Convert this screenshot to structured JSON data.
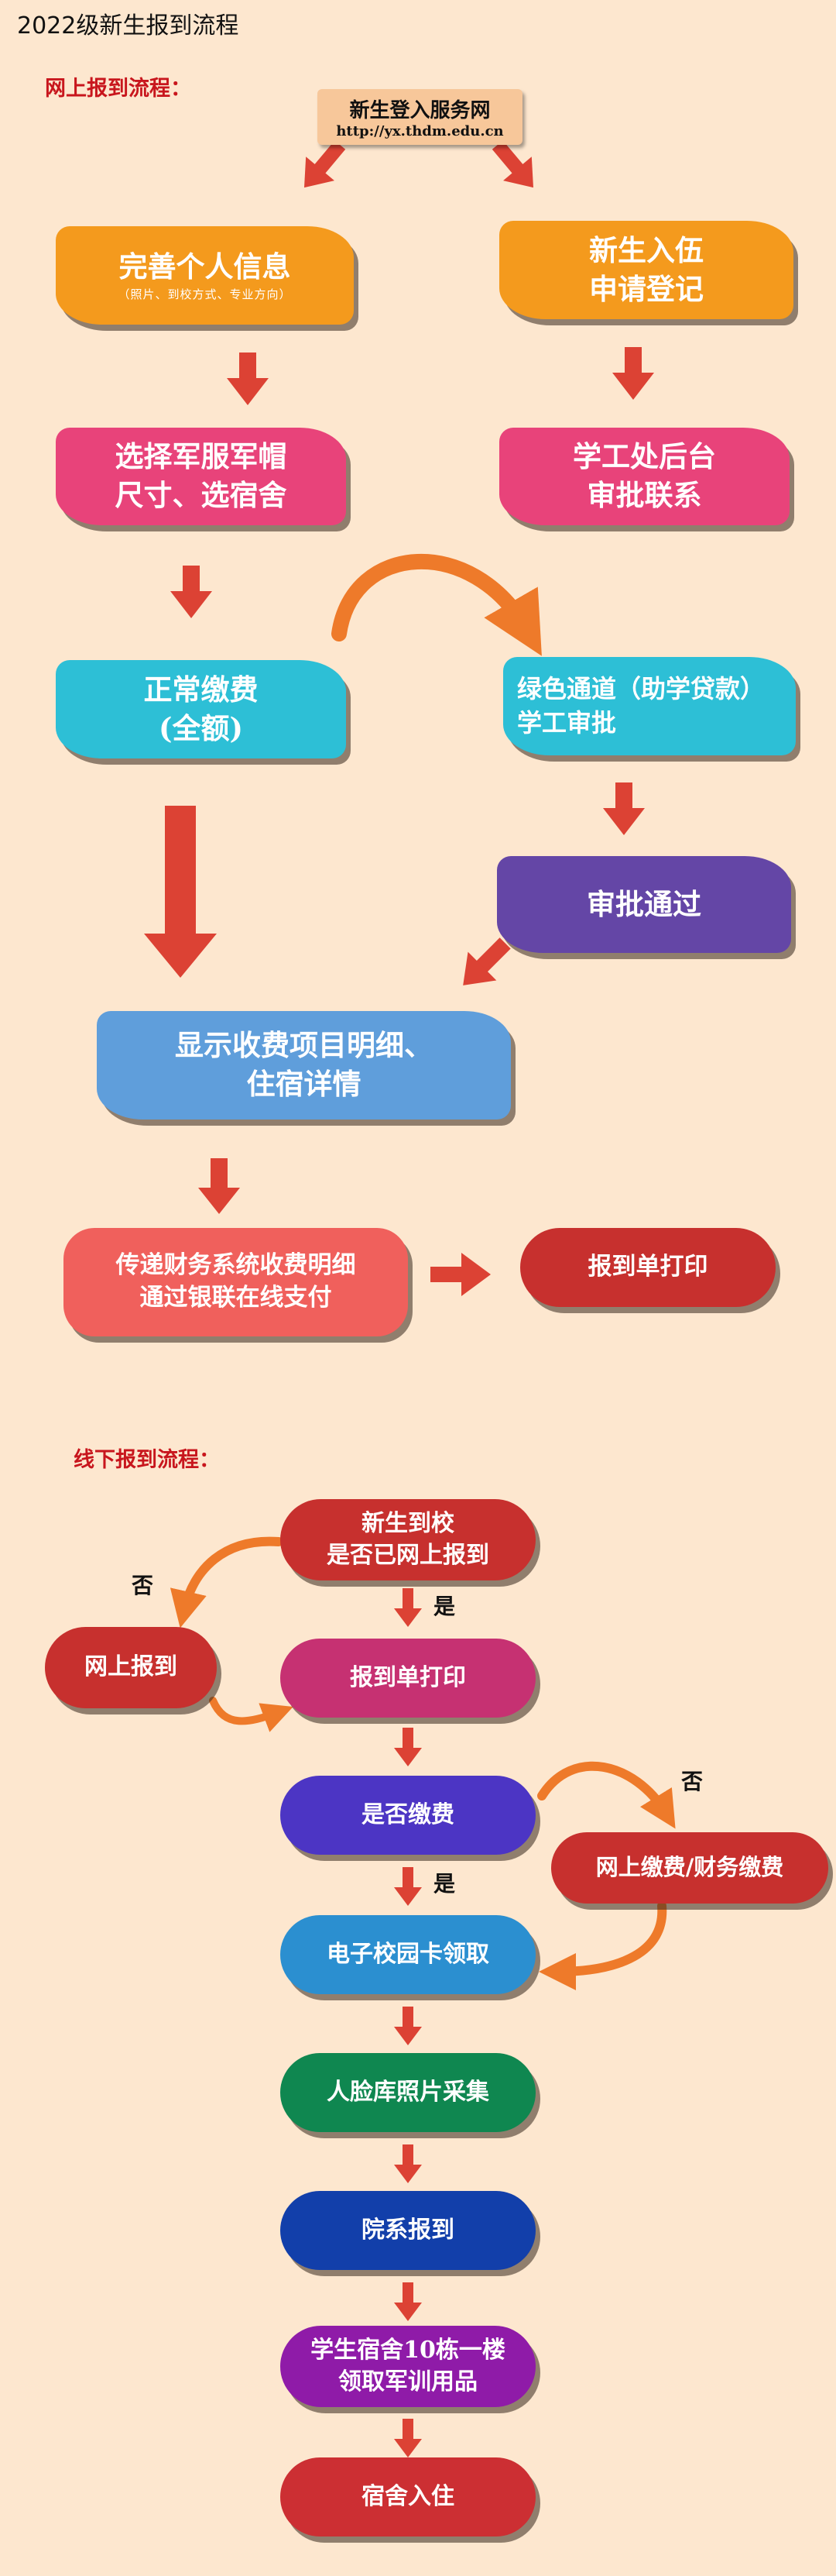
{
  "title": "2022级新生报到流程",
  "online": {
    "heading": "网上报到流程：",
    "login": {
      "title": "新生登入服务网",
      "url": "http://yx.thdm.edu.cn"
    },
    "complete_info": {
      "line1": "完善个人信息",
      "line2": "（照片、到校方式、专业方向）"
    },
    "apply": {
      "line1": "新生入伍",
      "line2": "申请登记"
    },
    "uniform": {
      "line1": "选择军服军帽",
      "line2": "尺寸、选宿舍"
    },
    "approve_contact": {
      "line1": "学工处后台",
      "line2": "审批联系"
    },
    "normal_pay": {
      "line1": "正常缴费",
      "line2": "(全额)"
    },
    "green_channel": {
      "line1": "绿色通道（助学贷款）",
      "line2": "学工审批"
    },
    "approved": "审批通过",
    "fee_detail": {
      "line1": "显示收费项目明细、",
      "line2": "住宿详情"
    },
    "pay_online": {
      "line1": "传递财务系统收费明细",
      "line2": "通过银联在线支付"
    },
    "print": "报到单打印"
  },
  "offline": {
    "heading": "线下报到流程：",
    "arrive": {
      "line1": "新生到校",
      "line2": "是否已网上报到"
    },
    "online_register": "网上报到",
    "print": "报到单打印",
    "paid": "是否缴费",
    "pay_options": "网上缴费/财务缴费",
    "campus_card": "电子校园卡领取",
    "face_photo": "人脸库照片采集",
    "dept_register": "院系报到",
    "dorm_pickup": {
      "line1": "学生宿舍10栋一楼",
      "line2": "领取军训用品"
    },
    "move_in": "宿舍入住",
    "no1": "否",
    "yes1": "是",
    "no2": "否",
    "yes2": "是"
  },
  "colors": {
    "bg": "#fde7cf",
    "arrow": "#dc4234",
    "curve": "#ee7a2a",
    "orange": "#f49a1d",
    "pink": "#e8437a",
    "cyan": "#2dbfd6",
    "purple": "#6446a6",
    "blue": "#5f9edb",
    "coral": "#f0605c",
    "red": "#c7302e",
    "magenta": "#c63172",
    "violet": "#4c35c4",
    "sky": "#2b8fd0",
    "green": "#0f8750",
    "navy": "#123faa",
    "grape": "#8f1ba8",
    "crimson": "#cc2f33"
  }
}
